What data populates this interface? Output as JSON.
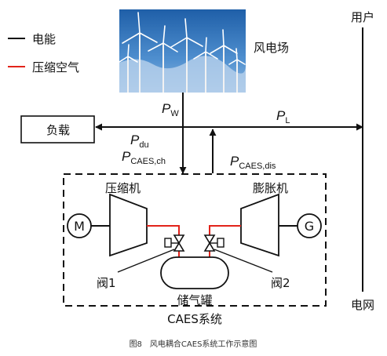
{
  "legend": {
    "power_label": "电能",
    "air_label": "压缩空气",
    "power_color": "#111111",
    "air_color": "#e2231a"
  },
  "wind_farm": {
    "label": "风电场",
    "photo": "wind-turbines-photo"
  },
  "grid": {
    "user_label": "用户",
    "grid_label": "电网"
  },
  "load": {
    "label": "负载"
  },
  "flows": {
    "pw": {
      "symbol": "P",
      "sub": "W"
    },
    "pl": {
      "symbol": "P",
      "sub": "L"
    },
    "pdu": {
      "symbol": "P",
      "sub": "du"
    },
    "pch": {
      "symbol": "P",
      "sub": "CAES,ch"
    },
    "pdis": {
      "symbol": "P",
      "sub": "CAES,dis"
    }
  },
  "caes": {
    "compressor_label": "压缩机",
    "expander_label": "膨胀机",
    "motor_label": "M",
    "generator_label": "G",
    "valve1_label": "阀1",
    "valve2_label": "阀2",
    "tank_label": "储气罐",
    "system_label": "CAES系统"
  },
  "caption": "图8　风电耦合CAES系统工作示意图"
}
